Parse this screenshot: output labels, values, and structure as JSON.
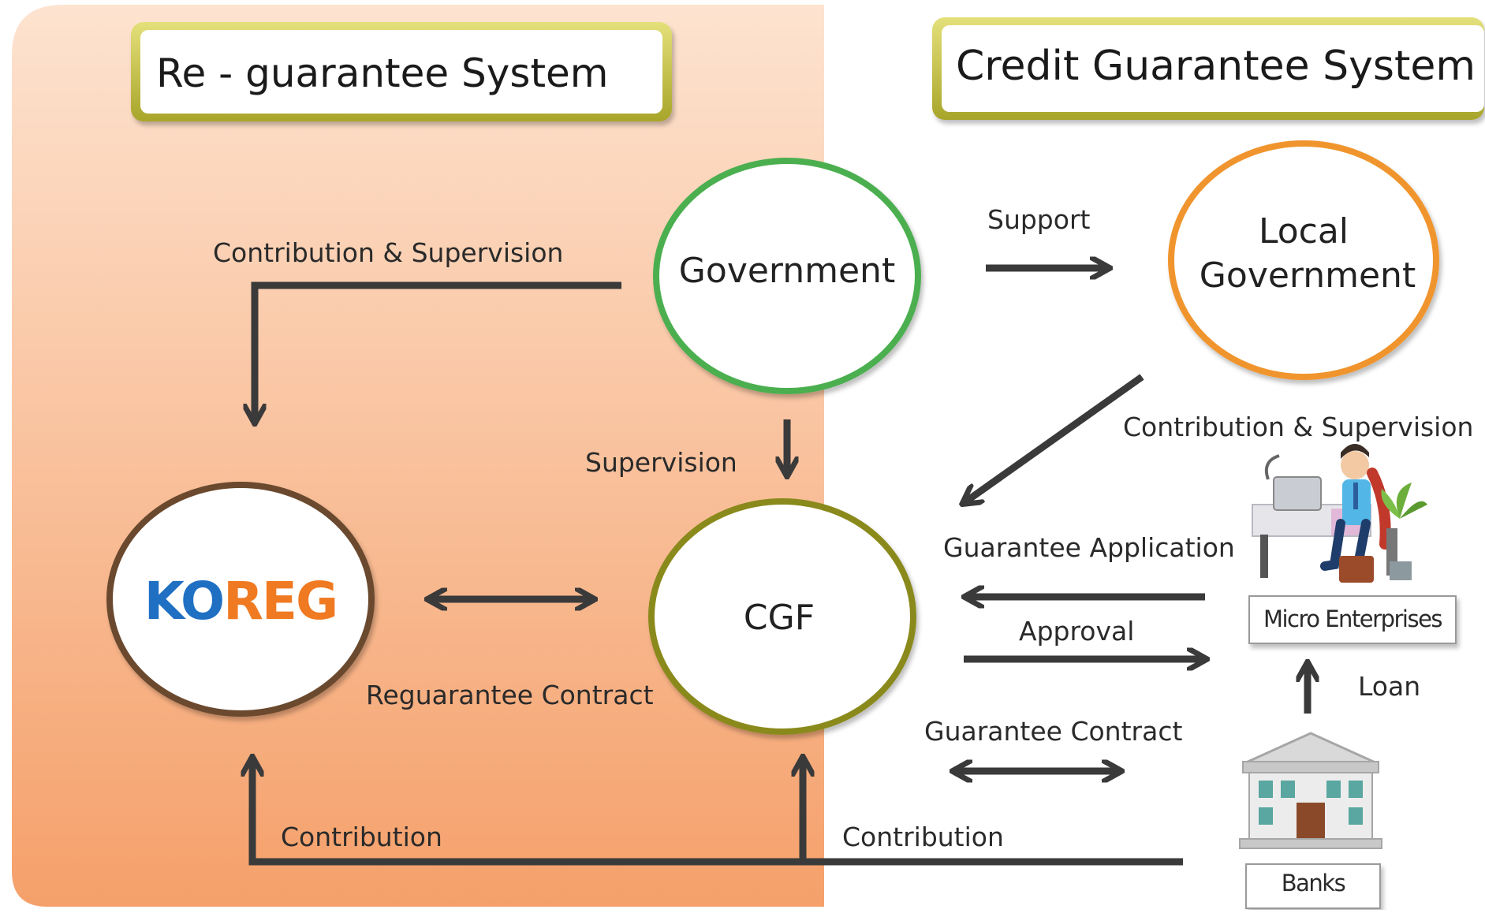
{
  "panels": {
    "left_title": "Re - guarantee System",
    "right_title": "Credit Guarantee System"
  },
  "nodes": {
    "government": "Government",
    "local_government_line1": "Local",
    "local_government_line2": "Government",
    "cgf": "CGF",
    "koreg_logo": "KOREG",
    "micro_enterprises": "Micro Enterprises",
    "banks": "Banks"
  },
  "flows": {
    "contribution_supervision_left": "Contribution & Supervision",
    "support": "Support",
    "supervision": "Supervision",
    "contribution_supervision_right": "Contribution & Supervision",
    "guarantee_application": "Guarantee Application",
    "approval": "Approval",
    "reguarantee_contract": "Reguarantee Contract",
    "guarantee_contract": "Guarantee Contract",
    "loan": "Loan",
    "contribution_left": "Contribution",
    "contribution_right": "Contribution"
  },
  "colors": {
    "left_panel_light": "#fde3d0",
    "left_panel_dark": "#f5a06a",
    "title_border": "#c9c63a",
    "government_ring": "#4caf50",
    "local_government_ring": "#f0952e",
    "cgf_ring": "#8a8a1e",
    "koreg_ring": "#6b4a2e",
    "arrow": "#3a3a3a",
    "koreg_blue": "#1f6fc3",
    "koreg_orange": "#f07a22"
  },
  "icons": {
    "micro_enterprise_illustration": "person-at-desk-icon",
    "bank_illustration": "bank-building-icon"
  }
}
